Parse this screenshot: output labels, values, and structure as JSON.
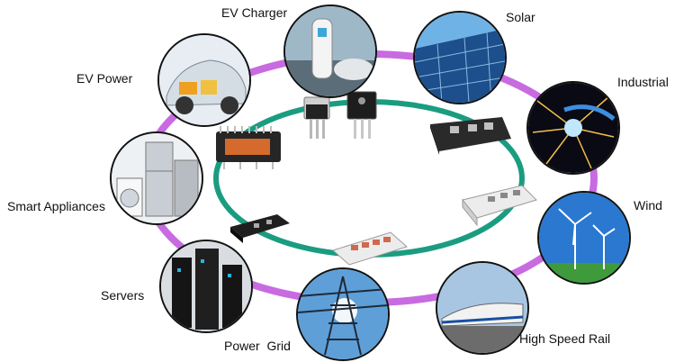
{
  "applications": [
    {
      "id": "ev-charger",
      "label": "EV Charger"
    },
    {
      "id": "solar",
      "label": "Solar"
    },
    {
      "id": "industrial",
      "label": "Industrial"
    },
    {
      "id": "wind",
      "label": "Wind"
    },
    {
      "id": "high-speed-rail",
      "label": "High Speed Rail"
    },
    {
      "id": "power-grid",
      "label": "Power  Grid"
    },
    {
      "id": "servers",
      "label": "Servers"
    },
    {
      "id": "smart-appliances",
      "label": "Smart Appliances"
    },
    {
      "id": "ev-power",
      "label": "EV Power"
    }
  ],
  "colors": {
    "outer_ring": "#c86be0",
    "inner_ring": "#1a9c80",
    "bubble_border": "#111111"
  }
}
